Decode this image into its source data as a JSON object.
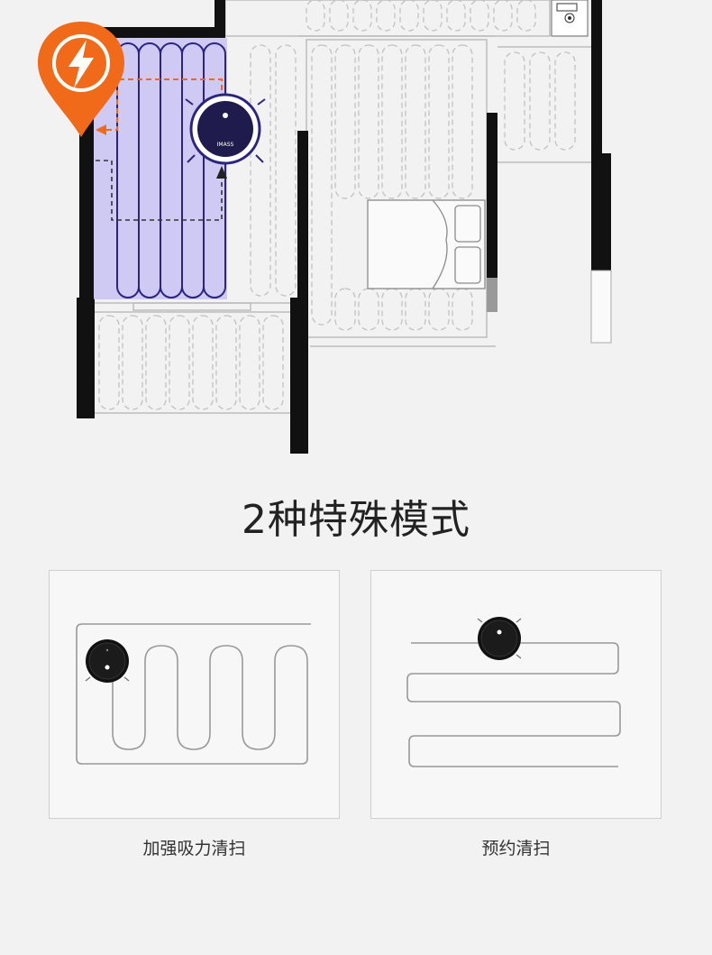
{
  "floorplan": {
    "robot_brand": "IMASS",
    "pin_icon": "lightning-bolt-icon",
    "pin_color": "#f06a1a",
    "zone_color": "#c9c3f3",
    "path_color": "#2c2580"
  },
  "section_title": "2种特殊模式",
  "modes": [
    {
      "label": "加强吸力清扫",
      "icon": "serpentine-path-icon"
    },
    {
      "label": "预约清扫",
      "icon": "zigzag-path-icon"
    }
  ]
}
